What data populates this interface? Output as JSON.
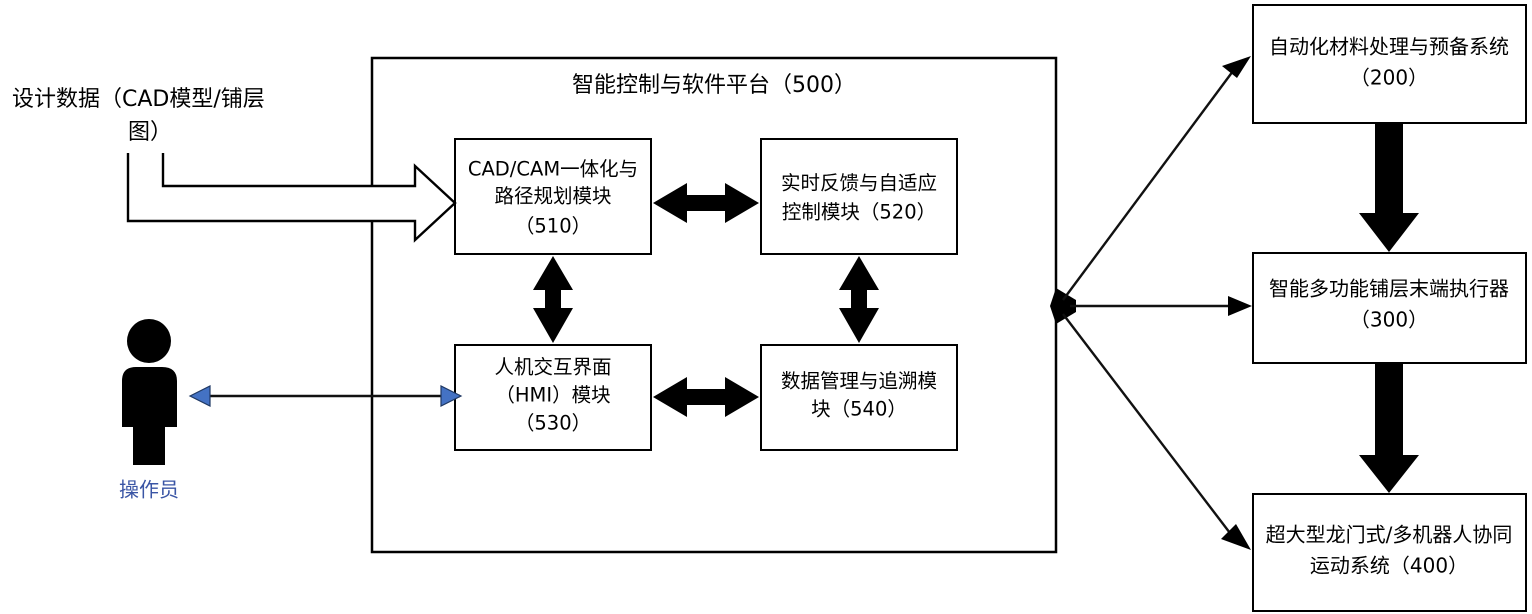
{
  "diagram": {
    "title_text": "智能控制与软件平台（500）",
    "design_data": {
      "line1": "设计数据（CAD模型/铺层",
      "line2": "图）"
    },
    "operator": {
      "label": "操作员"
    },
    "platform_modules": [
      {
        "id": "510",
        "line1": "CAD/CAM一体化与",
        "line2": "路径规划模块",
        "line3": "（510）"
      },
      {
        "id": "520",
        "line1": "实时反馈与自适应",
        "line2": "控制模块（520）",
        "line3": ""
      },
      {
        "id": "530",
        "line1": "人机交互界面",
        "line2": "（HMI）模块",
        "line3": "（530）"
      },
      {
        "id": "540",
        "line1": "数据管理与追溯模",
        "line2": "块（540）",
        "line3": ""
      }
    ],
    "systems": [
      {
        "id": "200",
        "line1": "自动化材料处理与预备系统",
        "line2": "（200）"
      },
      {
        "id": "300",
        "line1": "智能多功能铺层末端执行器",
        "line2": "（300）"
      },
      {
        "id": "400",
        "line1": "超大型龙门式/多机器人协同",
        "line2": "运动系统（400）"
      }
    ],
    "colors": {
      "stroke": "#000000",
      "background": "#ffffff",
      "operator_label": "#3a55a5",
      "arrow_blue": "#4472c4"
    }
  }
}
